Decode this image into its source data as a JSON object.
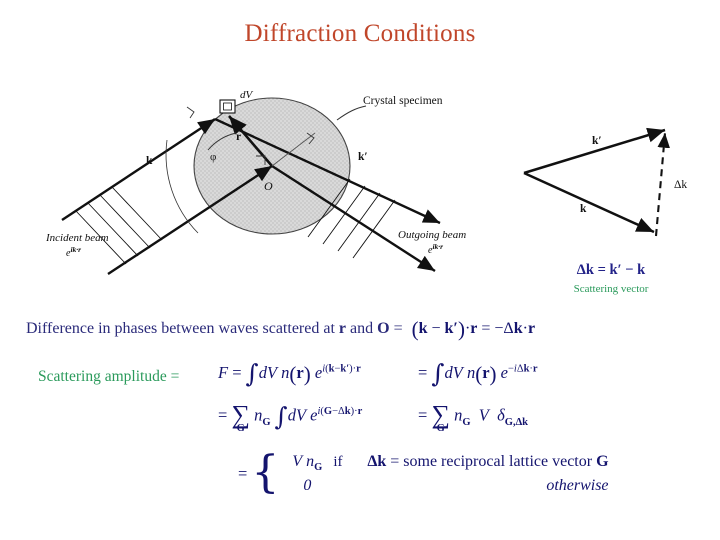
{
  "slide": {
    "title": "Diffraction Conditions",
    "title_color": "#c0462a",
    "body_color": "#1f1f6b",
    "accent_green": "#2a9a5b"
  },
  "diagram": {
    "crystal_label": "Crystal specimen",
    "dv_label": "dV",
    "r_label": "r",
    "phi_label": "φ",
    "origin_label": "O",
    "k_label": "k",
    "k_prime_label": "k′",
    "incident_beam_label": "Incident beam",
    "incident_beam_phase": "e",
    "incident_beam_phase_exp": "ik·r",
    "outgoing_beam_label": "Outgoing beam",
    "outgoing_beam_phase": "e",
    "outgoing_beam_phase_exp": "ik·r"
  },
  "vector_triangle": {
    "k_prime_label": "k′",
    "k_label": "k",
    "delta_k_label": "Δk",
    "equation": "Δk = k′ − k",
    "caption": "Scattering vector"
  },
  "phase_line": {
    "text": "Difference in phases between waves scattered at r and O =",
    "prose_part": "Difference in phases between waves scattered at",
    "r_symbol": "r",
    "and_word": "and",
    "o_symbol": "O",
    "equals": "=",
    "equation": "(k − k′)·r = −Δk·r"
  },
  "amplitude": {
    "label": "Scattering amplitude =",
    "line1_left": "F = ∫dV n(r) e^{i(k−k′)·r}",
    "line1_right": "= ∫dV n(r) e^{−iΔk·r}",
    "line2_left": "= Σ_G n_G ∫dV e^{i(G−Δk)·r}",
    "line2_right": "= Σ_G n_G V δ_{G,Δk}",
    "symbols": {
      "F": "F",
      "equals": "=",
      "integral": "∫",
      "dV": "dV",
      "n": "n",
      "r": "r",
      "e": "e",
      "sigma": "Σ",
      "G": "G",
      "nG_n": "n",
      "nG_sub": "G",
      "V": "V",
      "delta": "δ",
      "delta_sub": "G,Δk",
      "exp1": "i(k−k′)·r",
      "exp2": "−iΔk·r",
      "exp3": "i(G−Δk)·r"
    }
  },
  "piecewise": {
    "equals": "=",
    "case1_value_V": "V",
    "case1_value_n": "n",
    "case1_value_sub": "G",
    "case2_value": "0",
    "if_word": "if",
    "condition1_delta": "Δk",
    "condition1_equals": "=",
    "condition1_text": "some reciprocal lattice vector",
    "condition1_G": "G",
    "condition2_text": "otherwise"
  }
}
